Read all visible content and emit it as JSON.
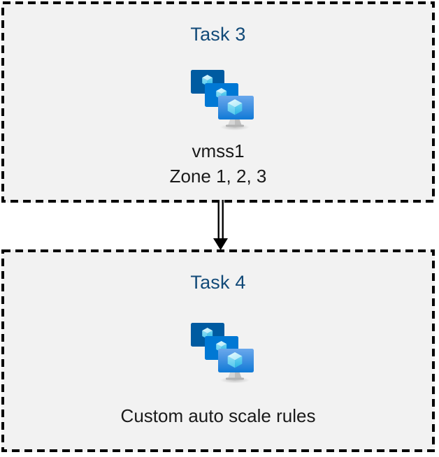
{
  "diagram": {
    "background_color": "#ffffff",
    "box_fill_color": "#f2f2f2",
    "box_border_color": "#000000",
    "title_color": "#124a78",
    "caption_color": "#1a1a1a",
    "arrow_color": "#000000",
    "nodes": [
      {
        "id": "task-3",
        "title": "Task 3",
        "icon": "vmss-icon",
        "captions": [
          "vmss1",
          "Zone 1, 2, 3"
        ]
      },
      {
        "id": "task-4",
        "title": "Task 4",
        "icon": "vmss-icon",
        "captions": [
          "Custom auto scale rules"
        ]
      }
    ],
    "connector": {
      "name": "double-line-arrow",
      "from": "task-3",
      "to": "task-4",
      "direction": "down",
      "style": "double-line-solid-arrowhead"
    },
    "icon_colors": {
      "monitor_back": "#005ba1",
      "monitor_middle": "#0078d4",
      "monitor_front_top": "#5ea0e8",
      "monitor_front_bottom": "#0f7ad6",
      "cube_light": "#c3f1fb",
      "cube_mid": "#7ddcf5",
      "cube_dark": "#32bde8",
      "stand_gray": "#a6a6a6"
    }
  }
}
